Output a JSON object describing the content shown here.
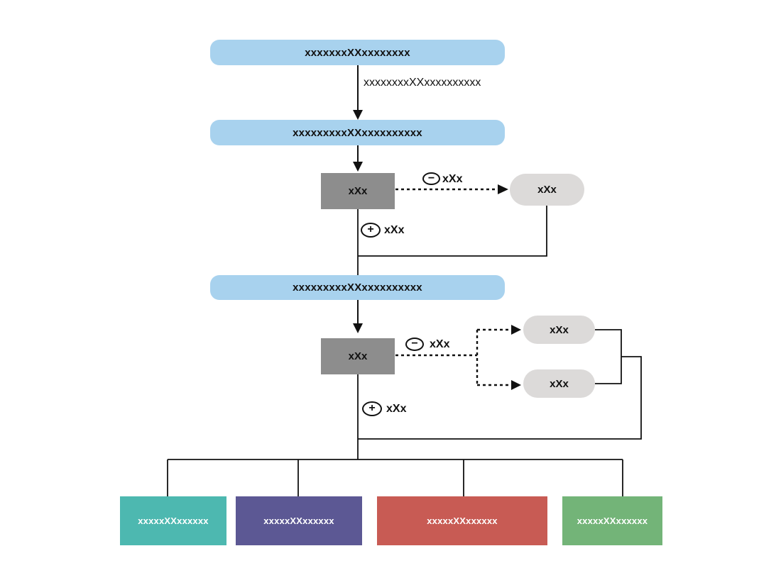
{
  "diagram": {
    "top_box": "xxxxxxxXXxxxxxxxx",
    "flow_label": "xxxxxxxxXXxxxxxxxxxx",
    "mid_box": "xxxxxxxxxXXxxxxxxxxxx",
    "step1": "xXx",
    "minus1": {
      "sign": "−",
      "label": "xXx"
    },
    "plus1": {
      "sign": "+",
      "label": "xXx"
    },
    "pill1": "xXx",
    "low_box": "xxxxxxxxxXXxxxxxxxxxx",
    "step2": "xXx",
    "minus2": {
      "sign": "−",
      "label": "xXx"
    },
    "plus2": {
      "sign": "+",
      "label": "xXx"
    },
    "pill2": "xXx",
    "pill3": "xXx",
    "outputs": [
      {
        "label": "xxxxxXXxxxxxx",
        "color": "#4db8b0"
      },
      {
        "label": "xxxxxXXxxxxxx",
        "color": "#5c5894"
      },
      {
        "label": "xxxxxXXxxxxxx",
        "color": "#c85b54"
      },
      {
        "label": "xxxxxXXxxxxxx",
        "color": "#73b478"
      }
    ],
    "colors": {
      "process_box": "#a8d2ee",
      "step_box": "#8d8d8d",
      "pill": "#dcdad9",
      "line": "#111111",
      "text": "#111111",
      "output_text": "#ffffff"
    }
  }
}
